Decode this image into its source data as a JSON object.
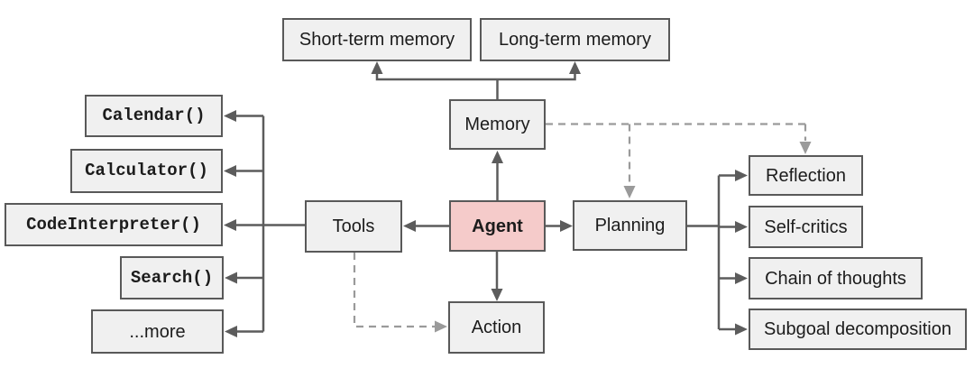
{
  "diagram": {
    "title": "LLM agent overview diagram",
    "type": "flowchart"
  },
  "colors": {
    "box_fill": "#f0f0f0",
    "box_border": "#595959",
    "agent_fill": "#f5cbca",
    "connector": "#5c5c5c",
    "dashed_connector": "#9a9a9a",
    "text": "#1c1c1c",
    "bg": "#ffffff"
  },
  "nodes": {
    "short_term": {
      "label": "Short-term memory"
    },
    "long_term": {
      "label": "Long-term memory"
    },
    "memory": {
      "label": "Memory"
    },
    "calendar": {
      "label": "Calendar()"
    },
    "calculator": {
      "label": "Calculator()"
    },
    "code_interpreter": {
      "label": "CodeInterpreter()"
    },
    "search": {
      "label": "Search()"
    },
    "more": {
      "label": "...more"
    },
    "tools": {
      "label": "Tools"
    },
    "agent": {
      "label": "Agent"
    },
    "planning": {
      "label": "Planning"
    },
    "action": {
      "label": "Action"
    },
    "reflection": {
      "label": "Reflection"
    },
    "self_critics": {
      "label": "Self-critics"
    },
    "chain_of_thoughts": {
      "label": "Chain of thoughts"
    },
    "subgoal": {
      "label": "Subgoal decomposition"
    }
  },
  "edges": [
    {
      "from": "memory",
      "to": "short_term",
      "style": "solid",
      "arrow": "to"
    },
    {
      "from": "memory",
      "to": "long_term",
      "style": "solid",
      "arrow": "to"
    },
    {
      "from": "agent",
      "to": "memory",
      "style": "solid",
      "arrow": "to"
    },
    {
      "from": "agent",
      "to": "tools",
      "style": "solid",
      "arrow": "to"
    },
    {
      "from": "agent",
      "to": "planning",
      "style": "solid",
      "arrow": "to"
    },
    {
      "from": "agent",
      "to": "action",
      "style": "solid",
      "arrow": "to"
    },
    {
      "from": "tools",
      "to": "calendar",
      "style": "solid",
      "arrow": "to"
    },
    {
      "from": "tools",
      "to": "calculator",
      "style": "solid",
      "arrow": "to"
    },
    {
      "from": "tools",
      "to": "code_interpreter",
      "style": "solid",
      "arrow": "to"
    },
    {
      "from": "tools",
      "to": "search",
      "style": "solid",
      "arrow": "to"
    },
    {
      "from": "tools",
      "to": "more",
      "style": "solid",
      "arrow": "to"
    },
    {
      "from": "planning",
      "to": "reflection",
      "style": "solid",
      "arrow": "to"
    },
    {
      "from": "planning",
      "to": "self_critics",
      "style": "solid",
      "arrow": "to"
    },
    {
      "from": "planning",
      "to": "chain_of_thoughts",
      "style": "solid",
      "arrow": "to"
    },
    {
      "from": "planning",
      "to": "subgoal",
      "style": "solid",
      "arrow": "to"
    },
    {
      "from": "tools",
      "to": "action",
      "style": "dashed",
      "arrow": "to"
    },
    {
      "from": "memory",
      "to": "planning",
      "style": "dashed",
      "arrow": "to"
    },
    {
      "from": "memory",
      "to": "reflection",
      "style": "dashed",
      "arrow": "to"
    }
  ]
}
